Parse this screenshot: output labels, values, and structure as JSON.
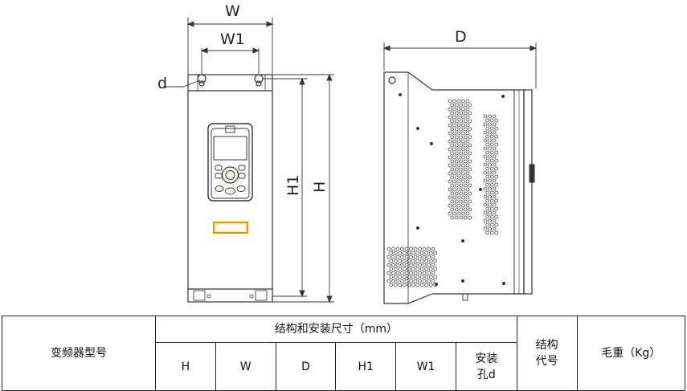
{
  "drawing": {
    "front_view": {
      "dim_W": "W",
      "dim_W1": "W1",
      "dim_d": "d",
      "dim_H1": "H1",
      "dim_H": "H"
    },
    "side_view": {
      "dim_D": "D"
    },
    "colors": {
      "line": "#333333",
      "keypad_accent": "#e8a800",
      "label_plate": "#f0b400"
    }
  },
  "table": {
    "model_header": "变频器型号",
    "dimensions_header": "结构和安装尺寸（mm）",
    "columns": [
      "H",
      "W",
      "D",
      "H1",
      "W1"
    ],
    "mount_hole_line1": "安装",
    "mount_hole_line2": "孔d",
    "structure_code_line1": "结构",
    "structure_code_line2": "代号",
    "weight_header": "毛重（Kg）"
  }
}
